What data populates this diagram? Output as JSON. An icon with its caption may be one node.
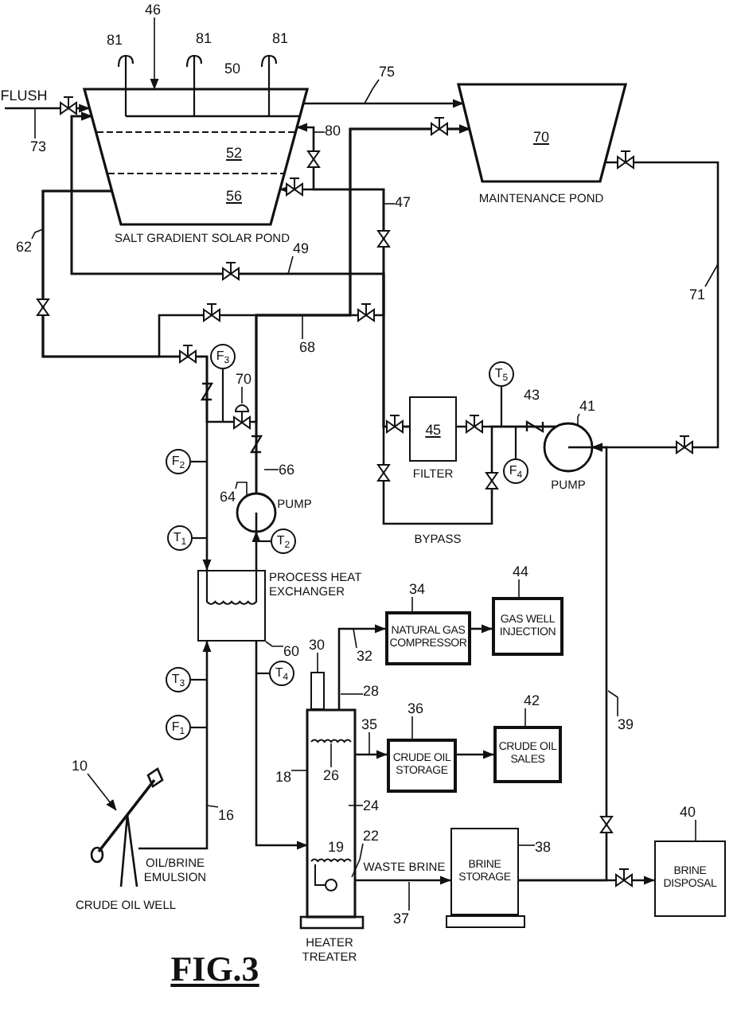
{
  "diagram": {
    "caption": "FIG.3",
    "nodes": [
      {
        "text": [
          "46"
        ]
      },
      {
        "text": [
          "52",
          "56",
          "SALT GRADIENT SOLAR POND"
        ]
      },
      {
        "text": [
          "75"
        ]
      },
      {
        "text": [
          "70",
          "MAINTENANCE POND"
        ]
      },
      {
        "text": [
          "80"
        ]
      },
      {
        "text": [
          "73"
        ]
      },
      {
        "text": [
          "47"
        ]
      },
      {
        "text": [
          "62"
        ]
      },
      {
        "text": [
          "49"
        ]
      },
      {
        "text": [
          "71"
        ]
      },
      {
        "text": [
          "68"
        ]
      },
      {
        "text": [
          "F$_{3}$"
        ]
      },
      {
        "text": [
          "70"
        ]
      },
      {
        "text": [
          "T$_{5}$"
        ]
      },
      {
        "text": [
          "41"
        ]
      },
      {
        "text": [
          "45",
          "FILTER"
        ]
      },
      {
        "text": [
          "66"
        ]
      },
      {
        "text": [
          "F$_{2}$"
        ]
      },
      {
        "text": [
          "F$_{4}$"
        ]
      },
      {
        "text": [
          "PUMP"
        ]
      },
      {
        "text": [
          "64"
        ]
      },
      {
        "text": [
          "PUMP"
        ]
      },
      {
        "text": [
          "T$_{1}$"
        ]
      },
      {
        "text": [
          "T$_{2}$"
        ]
      },
      {
        "text": [
          "PROCESS HEAT EXCHANGER"
        ]
      },
      {
        "text": [
          "60"
        ]
      },
      {
        "text": [
          "44"
        ]
      },
      {
        "text": [
          "GAS WELL INJECTION"
        ]
      },
      {
        "text": [
          "34"
        ]
      },
      {
        "text": [
          "NATURAL GAS COMPRESSOR"
        ]
      },
      {
        "text": [
          "30"
        ]
      },
      {
        "text": [
          "32"
        ]
      },
      {
        "text": [
          "T$_{4}$"
        ]
      },
      {
        "text": [
          "T$_{3}$"
        ]
      },
      {
        "text": [
          "28"
        ]
      },
      {
        "text": [
          "42"
        ]
      },
      {
        "text": [
          "CRUDE OIL SALES"
        ]
      },
      {
        "text": [
          "36"
        ]
      },
      {
        "text": [
          "CRUDE OIL STORAGE"
        ]
      },
      {
        "text": [
          "35"
        ]
      },
      {
        "text": [
          "F$_{1}$"
        ]
      },
      {
        "text": [
          "39"
        ]
      },
      {
        "text": [
          "19",
          "HEATER TREATER"
        ]
      },
      {
        "text": [
          "26"
        ],
        "in": 42
      },
      {
        "text": [
          "24"
        ]
      },
      {
        "text": [
          "22"
        ]
      },
      {
        "text": [
          "10"
        ]
      },
      {
        "text": [
          "18"
        ]
      },
      {
        "text": [
          "16"
        ]
      },
      {
        "text": [
          "40"
        ]
      },
      {
        "text": [
          "BRINE DISPOSAL"
        ]
      },
      {
        "text": [
          "BRINE STORAGE"
        ]
      },
      {
        "text": [
          "38"
        ]
      },
      {
        "text": [
          "CRUDE OIL WELL"
        ]
      },
      {
        "text": [
          "37"
        ]
      },
      {
        "text": [],
        "shape": "box"
      },
      {
        "text": [],
        "shape": "valve"
      }
    ],
    "edges": [
      {
        "from": null,
        "to": 1,
        "arrow": "to",
        "label": "FLUSH"
      },
      {
        "from": 1,
        "to": 3,
        "arrow": "to"
      },
      {
        "from": 21,
        "to": 3,
        "arrow": "to"
      },
      {
        "from": 1,
        "to": 24,
        "arrow": "to"
      },
      {
        "from": 1,
        "to": 3,
        "arrow": "to"
      },
      {
        "from": 1,
        "to": 56,
        "arrow": "none"
      },
      {
        "from": 24,
        "to": 21,
        "arrow": "to"
      },
      {
        "from": 21,
        "to": 1,
        "arrow": "to"
      },
      {
        "from": 15,
        "to": 1,
        "arrow": "to"
      },
      {
        "from": 15,
        "to": 1,
        "arrow": "to"
      },
      {
        "from": 19,
        "to": 15,
        "arrow": "none"
      },
      {
        "from": 19,
        "to": 1,
        "arrow": "to",
        "label": "BYPASS"
      },
      {
        "from": 3,
        "to": 19,
        "arrow": "to"
      },
      {
        "from": 51,
        "to": 19,
        "arrow": "to"
      },
      {
        "from": 51,
        "to": 50,
        "arrow": "to"
      },
      {
        "from": 24,
        "to": 42,
        "arrow": "to"
      },
      {
        "from": 53,
        "to": 24,
        "arrow": "to",
        "label": "OIL/BRINE EMULSION"
      },
      {
        "from": 42,
        "to": 29,
        "arrow": "to"
      },
      {
        "from": 42,
        "to": 38,
        "arrow": "to"
      },
      {
        "from": 42,
        "to": 51,
        "arrow": "to",
        "label": "WASTE BRINE"
      },
      {
        "from": 29,
        "to": 27,
        "arrow": "to"
      },
      {
        "from": 38,
        "to": 36,
        "arrow": "to"
      },
      {
        "from": 11,
        "to": 56,
        "arrow": "none"
      },
      {
        "from": 17,
        "to": null,
        "arrow": "none"
      },
      {
        "from": 22,
        "to": null,
        "arrow": "none"
      },
      {
        "from": 23,
        "to": null,
        "arrow": "none"
      },
      {
        "from": 13,
        "to": null,
        "arrow": "none"
      },
      {
        "from": 18,
        "to": null,
        "arrow": "none"
      },
      {
        "from": 32,
        "to": null,
        "arrow": "none"
      },
      {
        "from": 33,
        "to": null,
        "arrow": "none"
      },
      {
        "from": 40,
        "to": null,
        "arrow": "none"
      },
      {
        "from": 0,
        "to": 1,
        "arrow": "to"
      },
      {
        "from": 2,
        "to": null,
        "arrow": "none"
      },
      {
        "from": 4,
        "to": null,
        "arrow": "none"
      },
      {
        "from": 5,
        "to": null,
        "arrow": "none"
      },
      {
        "from": 6,
        "to": null,
        "arrow": "none"
      },
      {
        "from": 7,
        "to": null,
        "arrow": "none"
      },
      {
        "from": 8,
        "to": null,
        "arrow": "none"
      },
      {
        "from": 9,
        "to": null,
        "arrow": "none"
      },
      {
        "from": 10,
        "to": null,
        "arrow": "none"
      },
      {
        "from": 12,
        "to": 56,
        "arrow": "none"
      },
      {
        "from": 14,
        "to": 19,
        "arrow": "none"
      },
      {
        "from": 16,
        "to": null,
        "arrow": "none"
      },
      {
        "from": 20,
        "to": 21,
        "arrow": "none"
      },
      {
        "from": 25,
        "to": 24,
        "arrow": "none"
      },
      {
        "from": 26,
        "to": 27,
        "arrow": "none"
      },
      {
        "from": 28,
        "to": 29,
        "arrow": "none"
      },
      {
        "from": 30,
        "to": 55,
        "arrow": "none"
      },
      {
        "from": 31,
        "to": null,
        "arrow": "none"
      },
      {
        "from": 34,
        "to": null,
        "arrow": "none"
      },
      {
        "from": 35,
        "to": 36,
        "arrow": "none"
      },
      {
        "from": 37,
        "to": 38,
        "arrow": "none"
      },
      {
        "from": 39,
        "to": null,
        "arrow": "none"
      },
      {
        "from": 41,
        "to": null,
        "arrow": "none"
      },
      {
        "from": 43,
        "to": null,
        "arrow": "none"
      },
      {
        "from": 44,
        "to": 42,
        "arrow": "none"
      },
      {
        "from": 45,
        "to": 42,
        "arrow": "none"
      },
      {
        "from": 46,
        "to": 53,
        "arrow": "to"
      },
      {
        "from": 47,
        "to": 42,
        "arrow": "none"
      },
      {
        "from": 48,
        "to": null,
        "arrow": "none"
      },
      {
        "from": 49,
        "to": 50,
        "arrow": "none"
      },
      {
        "from": 52,
        "to": 51,
        "arrow": "none"
      },
      {
        "from": 54,
        "to": null,
        "arrow": "none"
      },
      {
        "from": 56,
        "to": 3,
        "arrow": "to"
      }
    ],
    "labels": [
      "81",
      "81",
      "81",
      "50",
      "43"
    ]
  }
}
